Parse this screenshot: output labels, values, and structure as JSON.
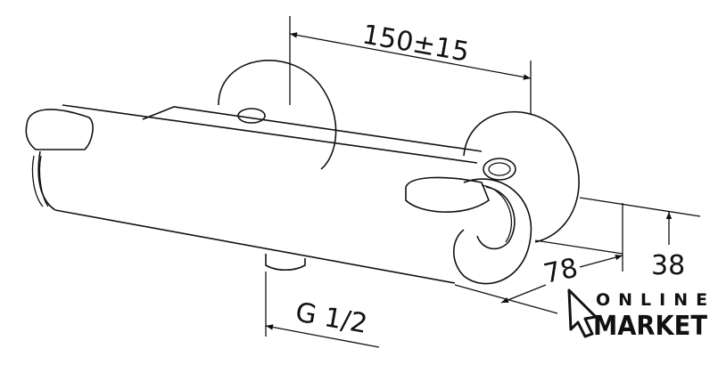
{
  "dimensions": {
    "width_label": "150±15",
    "height_label": "38",
    "depth_label": "78",
    "thread_label": "G 1/2"
  },
  "logo": {
    "line1": "ONLINE",
    "line2": "MARKET"
  }
}
